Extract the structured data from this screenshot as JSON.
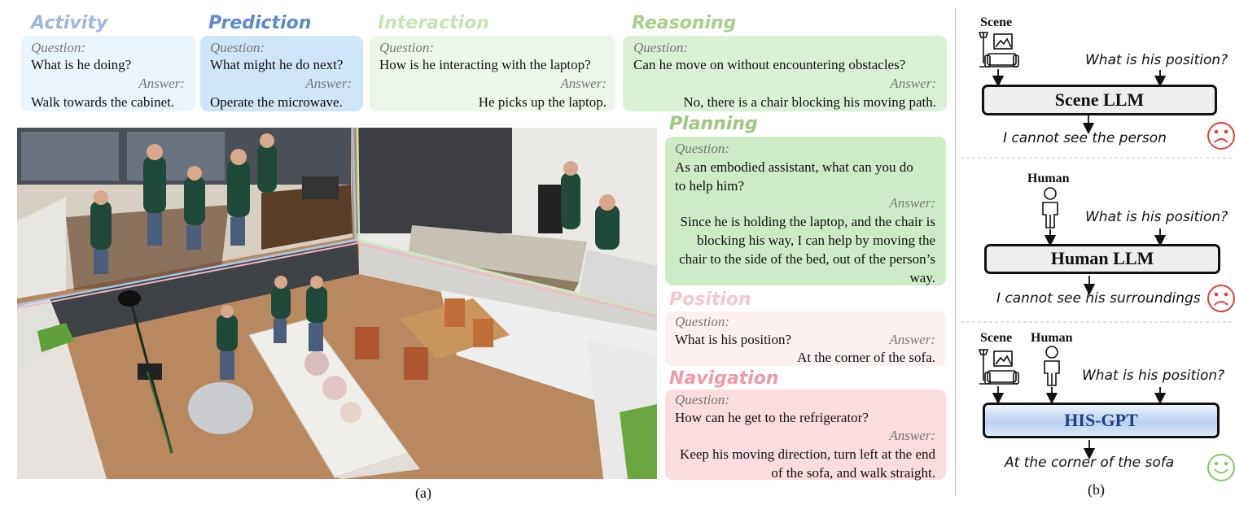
{
  "colors": {
    "activity_head": "#9fb7dc",
    "activity_box": "#eaf4fd",
    "prediction_head": "#5e89c8",
    "prediction_box": "#cfe5f8",
    "interaction_head": "#c9e3b2",
    "interaction_box": "#edf7e9",
    "reasoning_head": "#a9cf8a",
    "reasoning_box": "#dbf1d6",
    "planning_head": "#9cc77c",
    "planning_box": "#cdebc7",
    "position_head": "#f4c8cd",
    "position_box": "#fdf0f1",
    "navigation_head": "#ef9aa6",
    "navigation_box": "#fbdcdf",
    "sad": "#e0403a",
    "happy": "#8cc06a"
  },
  "panel_a": {
    "caption": "(a)",
    "cards": {
      "activity": {
        "title": "Activity",
        "q_label": "Question:",
        "question": "What is he doing?",
        "a_label": "Answer:",
        "answer": "Walk towards the cabinet."
      },
      "prediction": {
        "title": "Prediction",
        "q_label": "Question:",
        "question": "What might he do next?",
        "a_label": "Answer:",
        "answer": "Operate the microwave."
      },
      "interaction": {
        "title": "Interaction",
        "q_label": "Question:",
        "question": "How is he interacting with the laptop?",
        "a_label": "Answer:",
        "answer": "He picks up the laptop."
      },
      "reasoning": {
        "title": "Reasoning",
        "q_label": "Question:",
        "question": "Can he move on without encountering obstacles?",
        "a_label": "Answer:",
        "answer": "No, there is a chair blocking his moving path."
      },
      "planning": {
        "title": "Planning",
        "q_label": "Question:",
        "question": "As an embodied assistant, what can you do to help him?",
        "a_label": "Answer:",
        "answer": "Since he is holding the laptop, and the chair is blocking his way, I can help by moving the chair to the side of the bed, out of the person’s way."
      },
      "position": {
        "title": "Position",
        "q_label": "Question:",
        "question": "What is his position?",
        "a_label": "Answer:",
        "answer": "At the corner of the sofa."
      },
      "navigation": {
        "title": "Navigation",
        "q_label": "Question:",
        "question": "How can he get to the refrigerator?",
        "a_label": "Answer:",
        "answer": "Keep his moving direction, turn left at the end of the sofa, and walk straight."
      }
    }
  },
  "panel_b": {
    "caption": "(b)",
    "row1": {
      "scene_label": "Scene",
      "query": "What is his position?",
      "model": "Scene LLM",
      "output": "I cannot see the person",
      "face_icon": "sad-face-icon"
    },
    "row2": {
      "human_label": "Human",
      "query": "What is his position?",
      "model": "Human LLM",
      "output": "I cannot see his surroundings",
      "face_icon": "sad-face-icon"
    },
    "row3": {
      "scene_label": "Scene",
      "human_label": "Human",
      "query": "What is his position?",
      "model": "HIS-GPT",
      "output": "At the corner of the sofa",
      "face_icon": "happy-face-icon"
    }
  }
}
